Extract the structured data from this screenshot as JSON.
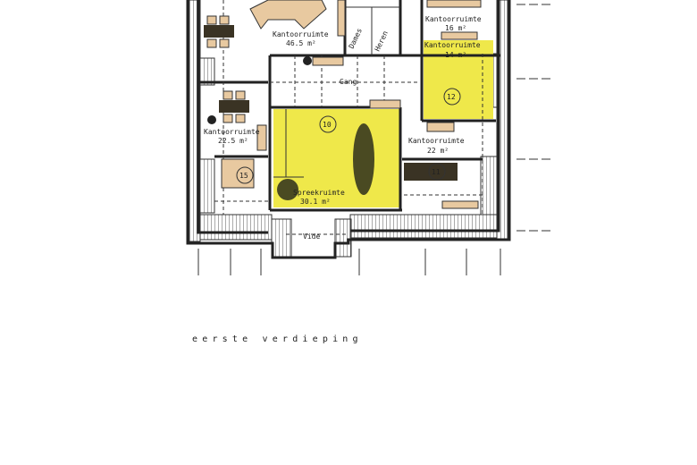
{
  "plan": {
    "caption": "eerste verdieping",
    "colors": {
      "highlight": "#efe84a",
      "furniture": "#e8c9a0",
      "dark_furniture": "#3a3324",
      "table": "#4a4a22"
    },
    "rooms": [
      {
        "name": "Kantoorruimte",
        "area": "46.5 m²"
      },
      {
        "name": "Dames"
      },
      {
        "name": "Heren"
      },
      {
        "name": "Kantoorruimte",
        "area": "16 m²"
      },
      {
        "name": "Kantoorruimte",
        "area": "14 m²",
        "number": "12"
      },
      {
        "name": "Gang"
      },
      {
        "name": "Spreekruimte",
        "area": "30.1 m²",
        "number": "10"
      },
      {
        "name": "Kantoorruimte",
        "area": "22.5 m²",
        "number": "15"
      },
      {
        "name": "Kantoorruimte",
        "area": "22 m²",
        "number": "11"
      },
      {
        "name": "Vide"
      }
    ]
  }
}
